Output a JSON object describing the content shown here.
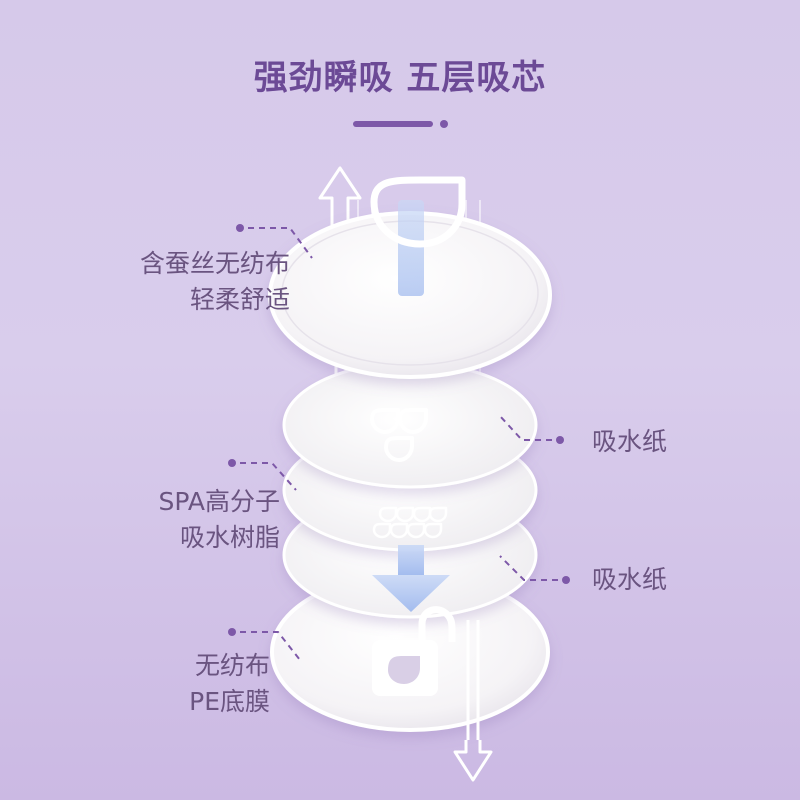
{
  "title": "强劲瞬吸 五层吸芯",
  "layers": {
    "top_line1": "含蚕丝无纺布",
    "top_line2": "轻柔舒适",
    "paper1": "吸水纸",
    "sap_line1": "SPA高分子",
    "sap_line2": "吸水树脂",
    "paper2": "吸水纸",
    "bottom_line1": "无纺布",
    "bottom_line2": "PE底膜"
  },
  "colors": {
    "accent": "#7d58a8",
    "text": "#6a5480",
    "flow": "#a9c3f0"
  },
  "icons": [
    "droplet-icon",
    "double-droplet-icon",
    "small-droplets-icon",
    "lock-icon",
    "up-arrow-icon",
    "down-arrow-icon"
  ]
}
